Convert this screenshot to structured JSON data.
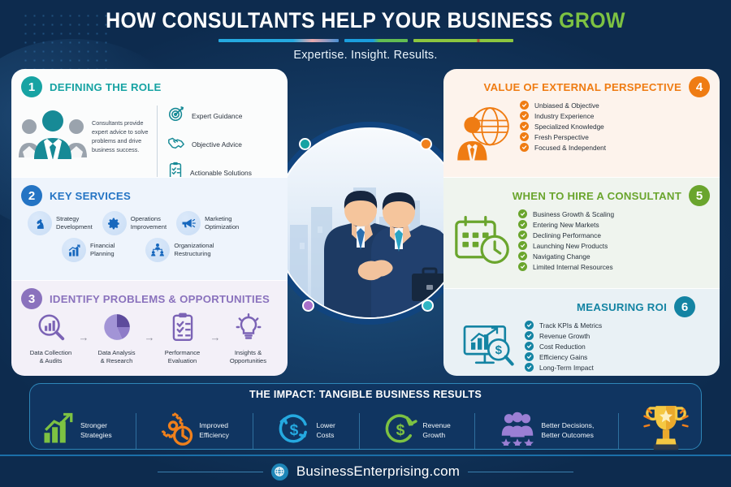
{
  "header": {
    "title_main": "HOW CONSULTANTS HELP YOUR BUSINESS ",
    "title_accent": "GROW",
    "subtitle": "Expertise. Insight. Results."
  },
  "panels": {
    "p1": {
      "number": "1",
      "title": "DEFINING THE ROLE",
      "description": "Consultants provide expert advice to solve problems and drive business success.",
      "bullets": [
        {
          "label": "Expert Guidance",
          "icon": "target-icon"
        },
        {
          "label": "Objective Advice",
          "icon": "handshake-icon"
        },
        {
          "label": "Actionable Solutions",
          "icon": "clipboard-check-icon"
        }
      ]
    },
    "p2": {
      "number": "2",
      "title": "KEY SERVICES",
      "services": [
        {
          "line1": "Strategy",
          "line2": "Development",
          "icon": "chess-knight-icon"
        },
        {
          "line1": "Operations",
          "line2": "Improvement",
          "icon": "gear-icon"
        },
        {
          "line1": "Marketing",
          "line2": "Optimization",
          "icon": "megaphone-icon"
        },
        {
          "line1": "Financial",
          "line2": "Planning",
          "icon": "bar-chart-growth-icon"
        },
        {
          "line1": "Organizational",
          "line2": "Restructuring",
          "icon": "org-chart-icon"
        }
      ]
    },
    "p3": {
      "number": "3",
      "title": "IDENTIFY PROBLEMS & OPPORTUNITIES",
      "arrow": "→",
      "steps": [
        {
          "line1": "Data Collection",
          "line2": "& Audits",
          "icon": "magnifier-chart-icon"
        },
        {
          "line1": "Data Analysis",
          "line2": "& Research",
          "icon": "pie-chart-icon"
        },
        {
          "line1": "Performance",
          "line2": "Evaluation",
          "icon": "clipboard-check-icon"
        },
        {
          "line1": "Insights &",
          "line2": "Opportunities",
          "icon": "lightbulb-icon"
        }
      ]
    },
    "p4": {
      "number": "4",
      "title": "VALUE OF EXTERNAL PERSPECTIVE",
      "icon": "globe-person-icon",
      "items": [
        "Unbiased & Objective",
        "Industry Experience",
        "Specialized Knowledge",
        "Fresh Perspective",
        "Focused & Independent"
      ]
    },
    "p5": {
      "number": "5",
      "title": "WHEN TO HIRE A CONSULTANT",
      "icon": "calendar-clock-icon",
      "items": [
        "Business Growth & Scaling",
        "Entering New Markets",
        "Declining Performance",
        "Launching New Products",
        "Navigating Change",
        "Limited Internal Resources"
      ]
    },
    "p6": {
      "number": "6",
      "title": "MEASURING ROI",
      "icon": "monitor-chart-dollar-icon",
      "items": [
        "Track KPIs & Metrics",
        "Revenue Growth",
        "Cost Reduction",
        "Efficiency Gains",
        "Long-Term Impact"
      ]
    }
  },
  "centre": {
    "image": "two-businessmen-handshake-illustration",
    "dots": [
      {
        "name": "dot-top-left",
        "color": "#17a3a3"
      },
      {
        "name": "dot-top-right",
        "color": "#f0801c"
      },
      {
        "name": "dot-mid-left",
        "color": "#3b9ce0"
      },
      {
        "name": "dot-mid-right",
        "color": "#6aa52d"
      },
      {
        "name": "dot-bottom-left",
        "color": "#a970c9"
      },
      {
        "name": "dot-bottom-right",
        "color": "#2fb5c4"
      }
    ]
  },
  "impact": {
    "title": "THE IMPACT: TANGIBLE BUSINESS RESULTS",
    "items": [
      {
        "line1": "Stronger",
        "line2": "Strategies",
        "icon": "growth-chart-icon",
        "color": "#7dc242"
      },
      {
        "line1": "Improved",
        "line2": "Efficiency",
        "icon": "gear-clock-icon",
        "color": "#f0801c"
      },
      {
        "line1": "Lower",
        "line2": "Costs",
        "icon": "dollar-cycle-icon",
        "color": "#25a9e0"
      },
      {
        "line1": "Revenue",
        "line2": "Growth",
        "icon": "dollar-cycle-icon",
        "color": "#7dc242"
      },
      {
        "line1": "Better Decisions,",
        "line2": "Better Outcomes",
        "icon": "team-stars-icon",
        "color": "#9b7fd4"
      },
      {
        "line1": "",
        "line2": "",
        "icon": "trophy-icon",
        "color": "#f2b441"
      }
    ]
  },
  "footer": {
    "site": "BusinessEnterprising.com",
    "icon": "globe-icon"
  },
  "colors": {
    "bg_dark": "#0d2b4e",
    "accent_green": "#7dc242",
    "ring": "#11447e"
  }
}
